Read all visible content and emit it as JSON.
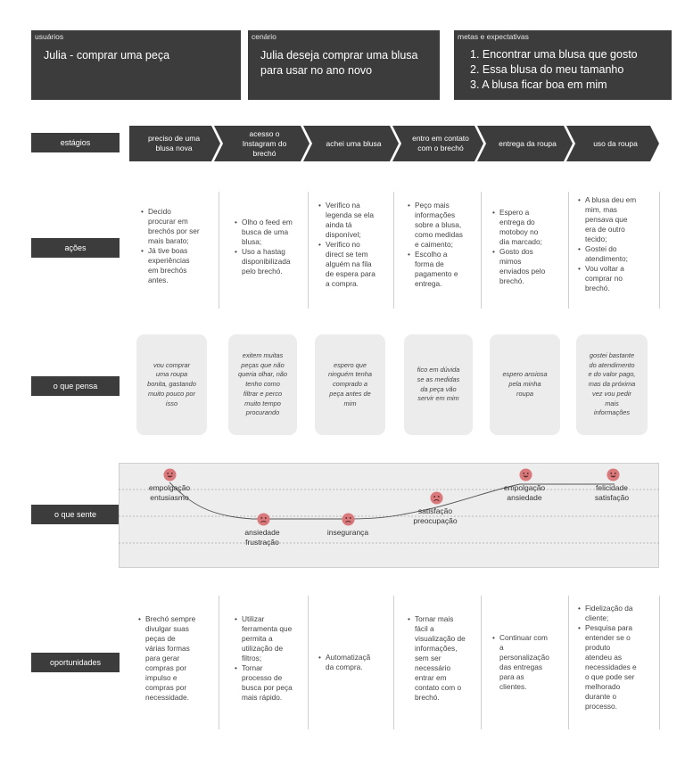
{
  "header": {
    "usuarios": {
      "caption": "usuários",
      "value": "Julia - comprar uma peça"
    },
    "cenario": {
      "caption": "cenário",
      "line1": "Julia deseja comprar uma blusa",
      "line2": "para usar no ano novo"
    },
    "metas": {
      "caption": "metas e expectativas",
      "items": [
        "1. Encontrar uma blusa que gosto",
        "2. Essa blusa do meu tamanho",
        "3. A blusa ficar boa em mim"
      ]
    }
  },
  "rows": {
    "estagios": "estágios",
    "acoes": "ações",
    "pensa": "o que pensa",
    "sente": "o que sente",
    "oportunidades": "oportunidades"
  },
  "stages": [
    [
      "preciso de uma",
      "blusa nova"
    ],
    [
      "acesso o",
      "Instagram do",
      "brechó"
    ],
    [
      "achei uma blusa"
    ],
    [
      "entro em contato",
      "com o brechó"
    ],
    [
      "entrega da roupa"
    ],
    [
      "uso da roupa"
    ]
  ],
  "actions": [
    [
      [
        "Decido",
        "procurar em",
        "brechós por ser",
        "mais barato;"
      ],
      [
        "Já tive boas",
        "experiências",
        "em brechós",
        "antes."
      ]
    ],
    [
      [
        "Olho o feed em",
        "busca de uma",
        "blusa;"
      ],
      [
        "Uso a hastag",
        "disponibilizada",
        "pelo brechó."
      ]
    ],
    [
      [
        "Verifico na",
        "legenda se ela",
        "ainda tá",
        "disponível;"
      ],
      [
        "Verifico no",
        "direct se tem",
        "alguém na fila",
        "de espera para",
        "a compra."
      ]
    ],
    [
      [
        "Peço mais",
        "informações",
        "sobre a blusa,",
        "como medidas",
        "e caimento;"
      ],
      [
        "Escolho a",
        "forma de",
        "pagamento e",
        "entrega."
      ]
    ],
    [
      [
        "Espero a",
        "entrega do",
        "motoboy no",
        "dia marcado;"
      ],
      [
        "Gosto dos",
        "mimos",
        "enviados pelo",
        "brechó."
      ]
    ],
    [
      [
        "A blusa deu em",
        "mim, mas",
        "pensava que",
        "era de outro",
        "tecido;"
      ],
      [
        "Gostei do",
        "atendimento;"
      ],
      [
        "Vou voltar a",
        "comprar no",
        "brechó."
      ]
    ]
  ],
  "thoughts": [
    [
      "vou comprar",
      "uma roupa",
      "bonita, gastando",
      "muito pouco por",
      "isso"
    ],
    [
      "exitem muitas",
      "peças que não",
      "queria olhar, não",
      "tenho como",
      "filtrar e perco",
      "muito tempo",
      "procurando"
    ],
    [
      "espero que",
      "ninguém tenha",
      "comprado a",
      "peça antes de",
      "mim"
    ],
    [
      "fico em dúvida",
      "se as medidas",
      "da peça vão",
      "servir em mim"
    ],
    [
      "espero ansiosa",
      "pela minha",
      "roupa"
    ],
    [
      "gostei bastante",
      "do atendimento",
      "e do valor pago,",
      "mas da próxima",
      "vez vou pedir",
      "mais",
      "informações"
    ]
  ],
  "feelings": [
    {
      "lines": [
        "empolgação",
        "entusiasmo"
      ],
      "mood": "happy"
    },
    {
      "lines": [
        "ansiedade",
        "frustração"
      ],
      "mood": "sad"
    },
    {
      "lines": [
        "insegurança"
      ],
      "mood": "sad"
    },
    {
      "lines": [
        "satisfação",
        "preocupação"
      ],
      "mood": "sad"
    },
    {
      "lines": [
        "empolgação",
        "ansiedade"
      ],
      "mood": "happy"
    },
    {
      "lines": [
        "felicidade",
        "satisfação"
      ],
      "mood": "happy"
    }
  ],
  "opportunities": [
    [
      [
        "Brechó sempre",
        "divulgar suas",
        "peças de",
        "várias formas",
        "para gerar",
        "compras por",
        "impulso e",
        "compras por",
        "necessidade."
      ]
    ],
    [
      [
        "Utilizar",
        "ferramenta que",
        "permita a",
        "utilização de",
        "filtros;"
      ],
      [
        "Tornar",
        "processo de",
        "busca por peça",
        "mais rápido."
      ]
    ],
    [
      [
        "Automatizaçã",
        "da compra."
      ]
    ],
    [
      [
        "Tornar mais",
        "fácil a",
        "visualização de",
        "informações,",
        "sem ser",
        "necessário",
        "entrar em",
        "contato com o",
        "brechó."
      ]
    ],
    [
      [
        "Continuar com",
        "a",
        "personalização",
        "das entregas",
        "para as",
        "clientes."
      ]
    ],
    [
      [
        "Fidelização da",
        "cliente;"
      ],
      [
        "Pesquisa para",
        "entender se o",
        "produto",
        "atendeu as",
        "necessidades e",
        "o que pode ser",
        "melhorado",
        "durante o",
        "processo."
      ]
    ]
  ],
  "colors": {
    "dark": "#3c3c3c",
    "face": "#d9797b",
    "light": "#ececec"
  }
}
